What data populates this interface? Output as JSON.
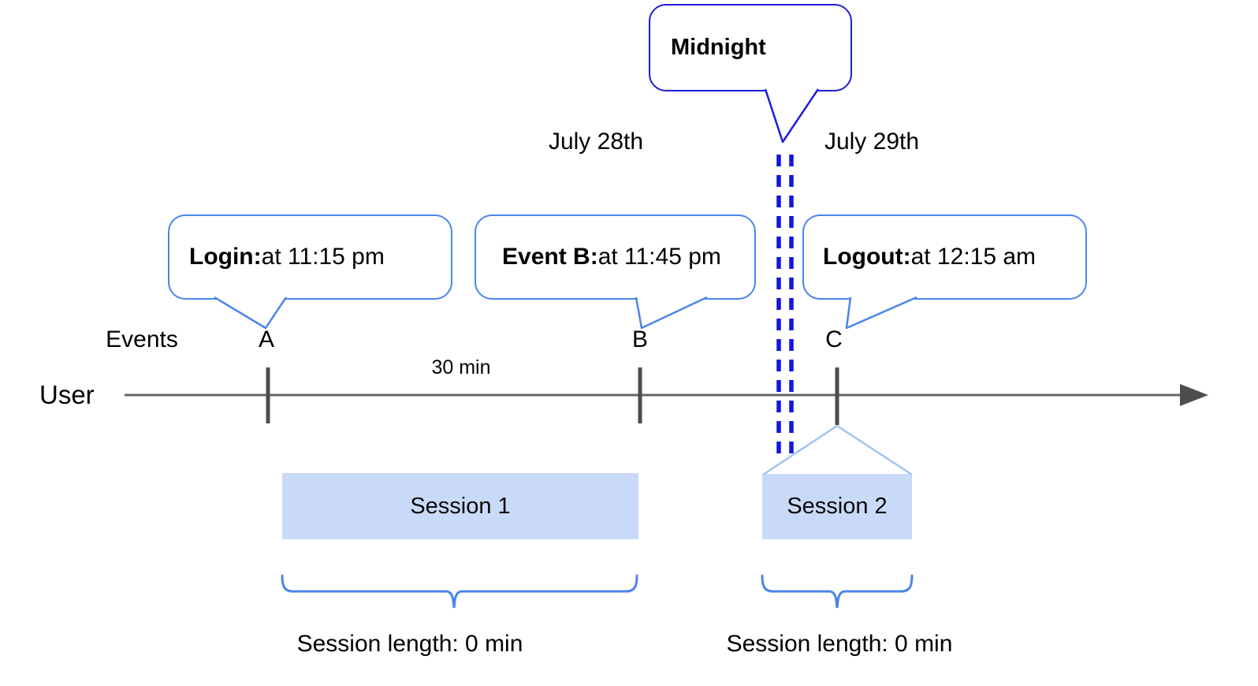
{
  "diagram": {
    "title_hint": "user session timeline across midnight",
    "colors": {
      "dark_blue": "#1d1dd9",
      "callout_blue": "#4a86e8",
      "funnel_light_blue": "#a4c2f4",
      "session_fill": "#c9daf8",
      "timeline_gray": "#666666",
      "tick_gray": "#4d4d4d"
    }
  },
  "callouts": {
    "midnight": {
      "label": "Midnight"
    },
    "login": {
      "bold": "Login:",
      "rest": " at 11:15 pm"
    },
    "event_b": {
      "bold": "Event B:",
      "rest": " at 11:45 pm"
    },
    "logout": {
      "bold": "Logout:",
      "rest": " at 12:15 am"
    }
  },
  "dates": {
    "left": "July 28th",
    "right": "July 29th"
  },
  "timeline": {
    "events_label": "Events",
    "user_label": "User",
    "interval_label": "30 min",
    "event_markers": [
      "A",
      "B",
      "C"
    ]
  },
  "sessions": [
    {
      "label": "Session 1",
      "length_label": "Session length: 0 min"
    },
    {
      "label": "Session 2",
      "length_label": "Session length: 0 min"
    }
  ]
}
